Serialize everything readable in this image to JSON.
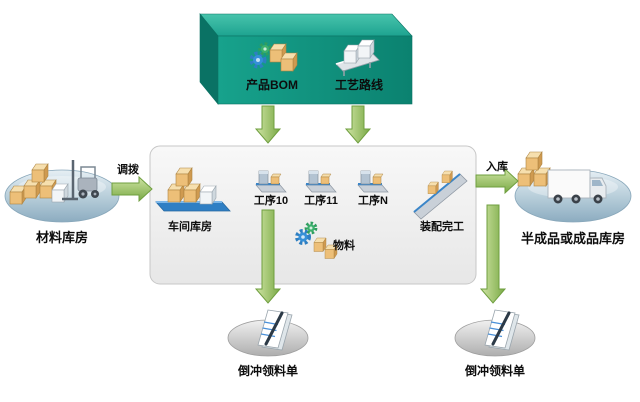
{
  "diagram": {
    "top_box": {
      "product_bom": "产品BOM",
      "process_route": "工艺路线"
    },
    "flows": {
      "transfer": "调拨",
      "inbound": "入库"
    },
    "material_warehouse": "材料库房",
    "workshop": {
      "warehouse": "车间库房",
      "process_10": "工序10",
      "process_11": "工序11",
      "process_n": "工序N",
      "assembly_done": "装配完工",
      "material": "物料"
    },
    "finished_warehouse": "半成品或成品库房",
    "backflush": {
      "left": "倒冲领料单",
      "right": "倒冲领料单"
    }
  },
  "colors": {
    "teal_box": "#12927e",
    "arrow_green": "#8cbb57",
    "platform_blue": "#a9c4d4",
    "platform_gray": "#c6c6c6",
    "panel_gray": "#f0f0f0",
    "carton_tan": "#edbf78",
    "conveyor_blue": "#3a85c8"
  }
}
